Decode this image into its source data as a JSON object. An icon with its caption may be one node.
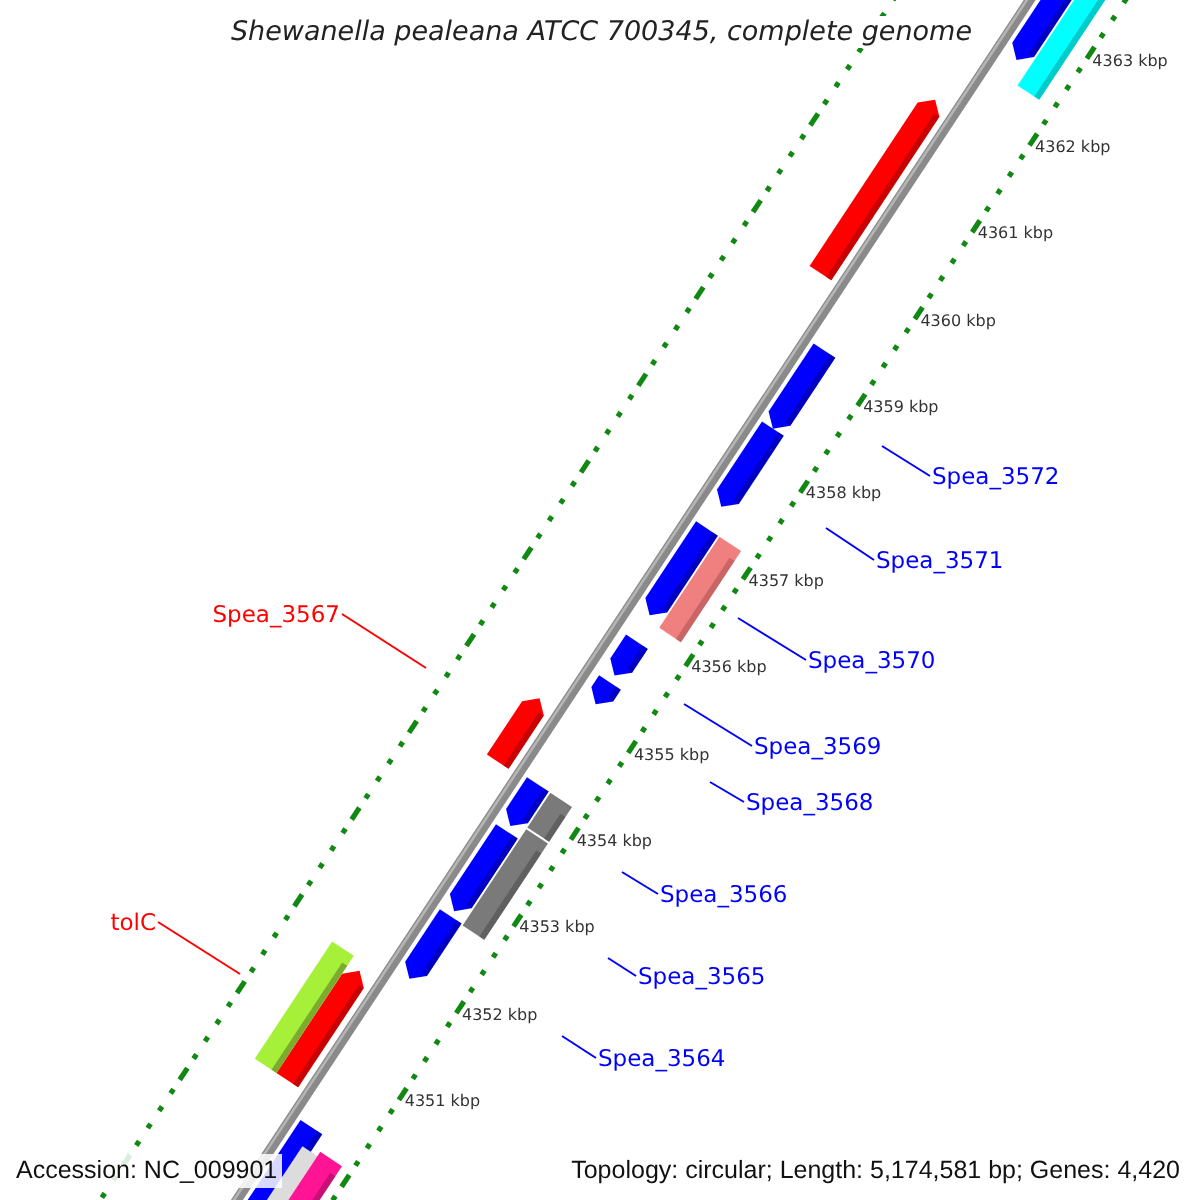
{
  "diagram": {
    "title": "Shewanella pealeana ATCC 700345, complete genome",
    "nodes": [
      {
        "text": [
          "Spea_3572"
        ]
      },
      {
        "text": [
          "Spea_3571"
        ]
      },
      {
        "text": [
          "Spea_3567"
        ]
      },
      {
        "text": [
          "Spea_3570"
        ]
      },
      {
        "text": [
          "Spea_3569"
        ]
      },
      {
        "text": [
          "Spea_3568"
        ]
      },
      {
        "text": [
          "Spea_3566"
        ]
      },
      {
        "text": [
          "tolC"
        ]
      },
      {
        "text": [
          "Spea_3565"
        ]
      },
      {
        "text": [
          "Spea_3564"
        ]
      }
    ],
    "edges": [
      {
        "from": 0,
        "to": null,
        "arrow": "none"
      },
      {
        "from": 1,
        "to": null,
        "arrow": "none"
      },
      {
        "from": 2,
        "to": null,
        "arrow": "none",
        "color": "#ff0000"
      },
      {
        "from": 3,
        "to": null,
        "arrow": "none"
      },
      {
        "from": 4,
        "to": null,
        "arrow": "none"
      },
      {
        "from": 5,
        "to": null,
        "arrow": "none"
      },
      {
        "from": 6,
        "to": null,
        "arrow": "none"
      },
      {
        "from": 7,
        "to": null,
        "arrow": "none",
        "color": "#ff0000"
      },
      {
        "from": 8,
        "to": null,
        "arrow": "none"
      },
      {
        "from": 9,
        "to": null,
        "arrow": "none"
      }
    ],
    "labels": [
      "4363 kbp",
      "4362 kbp",
      "4361 kbp",
      "4360 kbp",
      "4359 kbp",
      "4358 kbp",
      "4357 kbp",
      "4356 kbp",
      "4355 kbp",
      "4354 kbp",
      "4353 kbp",
      "4352 kbp",
      "4351 kbp",
      "Accession: NC_009901",
      "Topology: circular; Length: 5,174,581 bp; Genes: 4,420"
    ]
  }
}
